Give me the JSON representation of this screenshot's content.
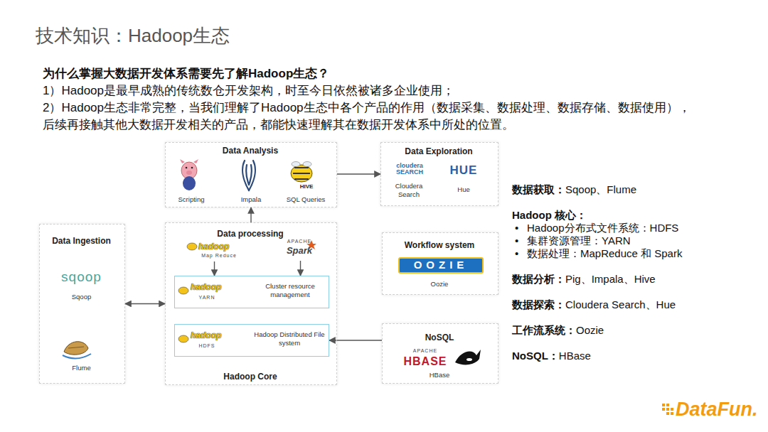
{
  "diagram": {
    "title": "技术知识：Hadoop生态",
    "nodes": [
      {
        "text": [
          "Data Analysis",
          "HIVE",
          "Scripting",
          "Impala",
          "SQL Queries"
        ]
      },
      {
        "text": [
          "Data Exploration",
          "cloudera SEARCH",
          "HUE",
          "Cloudera Search",
          "Hue"
        ]
      },
      {
        "text": [
          "Data Ingestion",
          "sqoop",
          "Sqoop",
          "Flume"
        ]
      },
      {
        "text": [
          "Data processing",
          "Hadoop Core"
        ]
      },
      {
        "text": [
          "hadoop",
          "Map Reduce"
        ],
        "in": 3
      },
      {
        "text": [
          "APACHE",
          "Spark"
        ],
        "in": 3
      },
      {
        "text": [
          "hadoop",
          "YARN",
          "Cluster resource management"
        ],
        "in": 3
      },
      {
        "text": [
          "hadoop",
          "HDFS",
          "Hadoop Distributed File system"
        ],
        "in": 3
      },
      {
        "text": [
          "Workflow system",
          "OOZIE",
          "Oozie"
        ]
      },
      {
        "text": [
          "NoSQL",
          "APACHE",
          "HBASE",
          "HBase"
        ]
      }
    ],
    "edges": [
      {
        "from": 3,
        "to": 0,
        "arrow": "to"
      },
      {
        "from": 0,
        "to": 1,
        "arrow": "to"
      },
      {
        "from": 2,
        "to": 3,
        "arrow": "both"
      },
      {
        "from": 4,
        "to": 6,
        "arrow": "to"
      },
      {
        "from": 5,
        "to": 6,
        "arrow": "to"
      },
      {
        "from": 9,
        "to": 7,
        "arrow": "to"
      }
    ],
    "labels": [
      "为什么掌握大数据开发体系需要先了解Hadoop生态？",
      "1）Hadoop是最早成熟的传统数仓开发架构，时至今日依然被诸多企业使用；",
      "2）Hadoop生态非常完整，当我们理解了Hadoop生态中各个产品的作用（数据采集、数据处理、数据存储、数据使用），后续再接触其他大数据开发相关的产品，都能快速理解其在数据开发体系中所处的位置。",
      "数据获取：",
      "Sqoop、Flume",
      "Hadoop 核心：",
      "•",
      "Hadoop分布式文件系统：HDFS",
      "•",
      "集群资源管理：YARN",
      "•",
      "数据处理：MapReduce 和 Spark",
      "数据分析：",
      "Pig、Impala、Hive",
      "数据探索：",
      "Cloudera Search、Hue",
      "工作流系统：",
      "Oozie",
      "NoSQL：",
      "HBase",
      "DataFun."
    ]
  }
}
